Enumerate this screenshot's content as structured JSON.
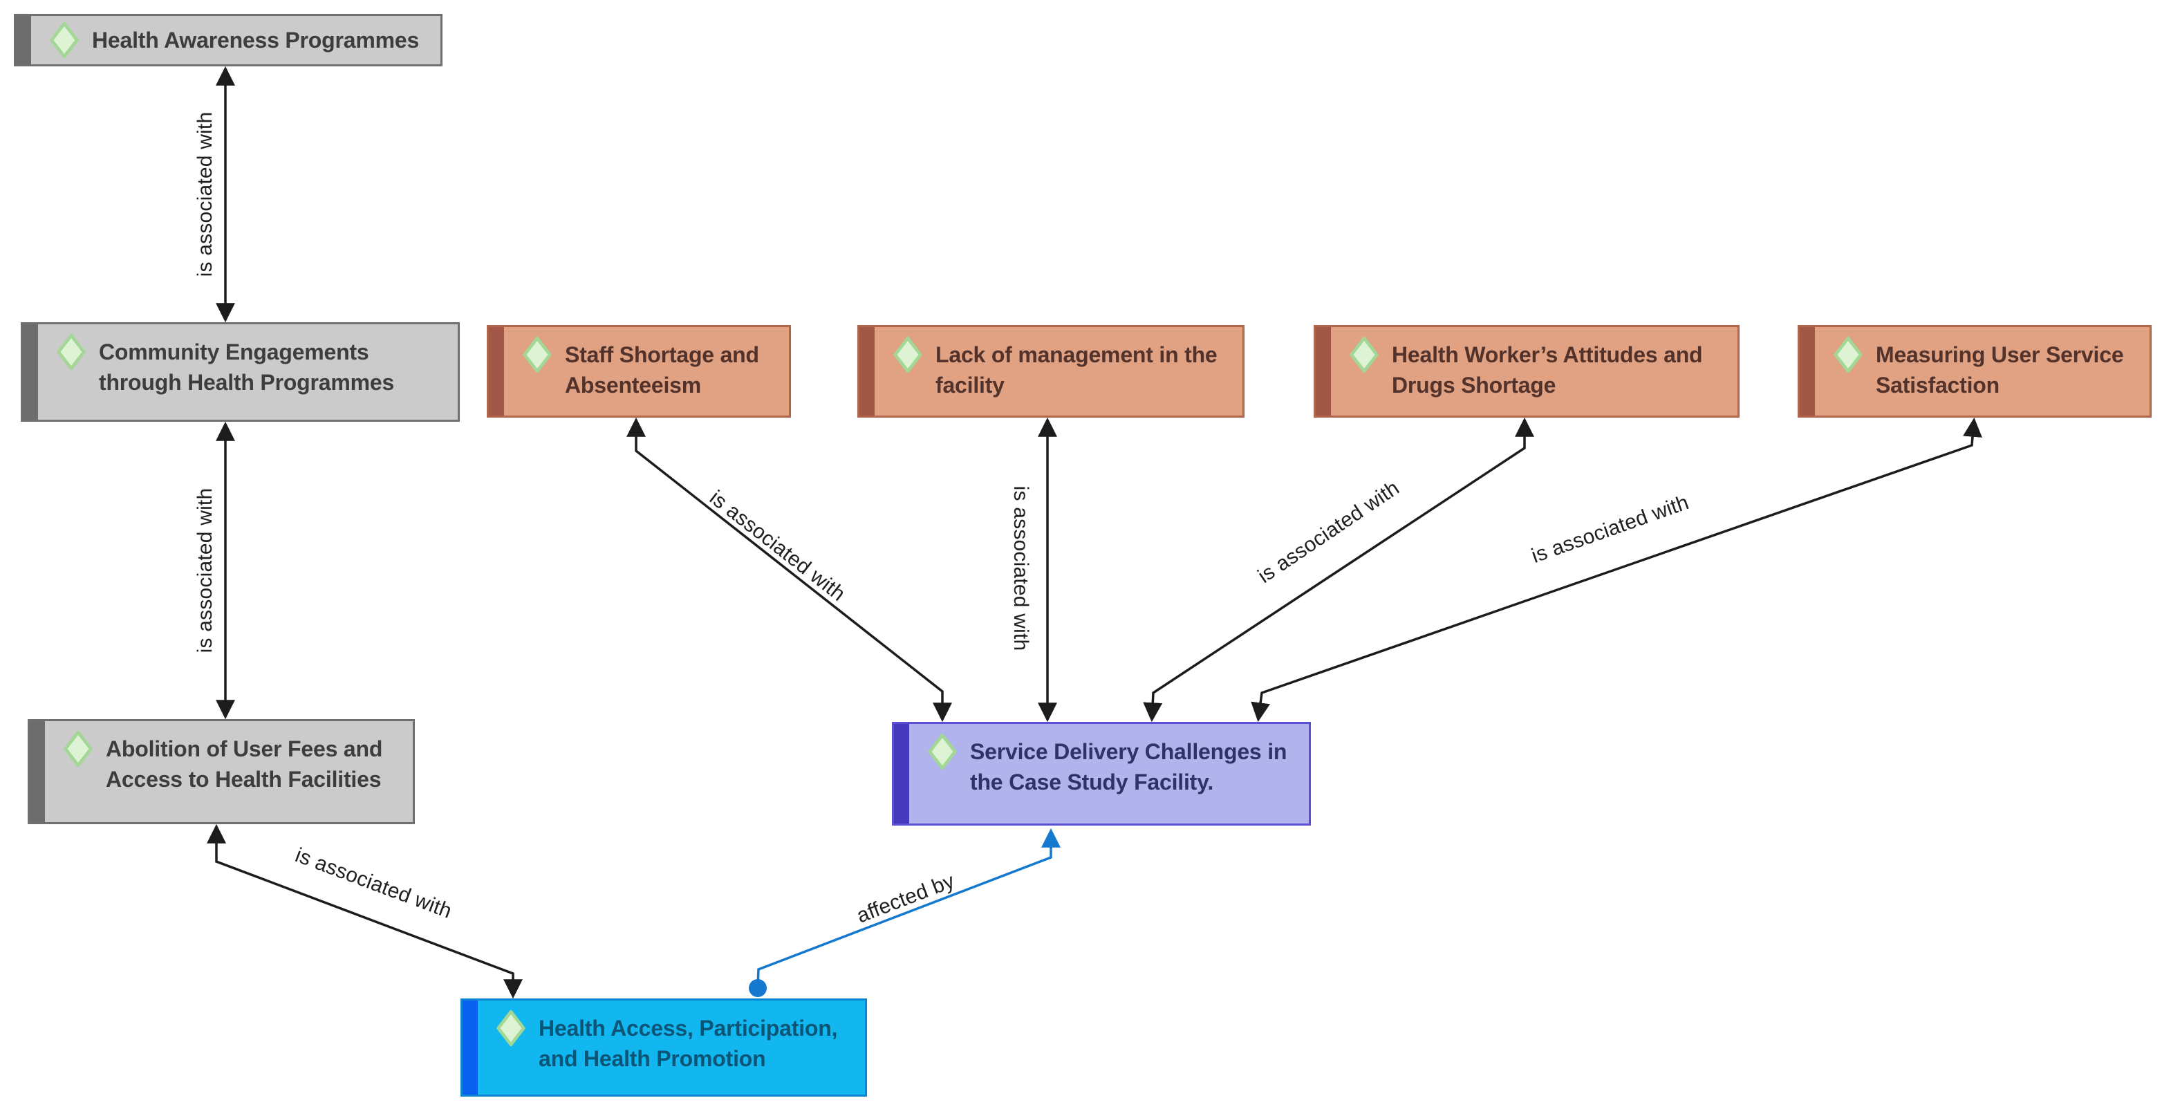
{
  "diagram": {
    "type": "concept-map",
    "background": "#ffffff",
    "palettes": {
      "gray": {
        "strip": "#6d6d6d",
        "fill": "#cbcbcb",
        "border": "#707070",
        "text": "#3d3d3d"
      },
      "tan": {
        "strip": "#a25847",
        "fill": "#e0a283",
        "border": "#b3654c",
        "text": "#52322a"
      },
      "purple": {
        "strip": "#4639bd",
        "fill": "#b1b3ec",
        "border": "#5b4fd2",
        "text": "#2e3268"
      },
      "cyan": {
        "strip": "#0b61ef",
        "fill": "#12b7f0",
        "border": "#0d86cf",
        "text": "#0d5577"
      },
      "edge": {
        "black": "#1c1c1c",
        "blue": "#1478cf",
        "label": "#1f1f1f"
      },
      "diamond": {
        "fill": "#ddf3d3",
        "stroke": "#a2d796"
      }
    },
    "nodes": [
      {
        "id": "health-awareness",
        "label": "Health Awareness Programmes",
        "palette": "gray"
      },
      {
        "id": "community-engagements",
        "label": "Community Engagements\nthrough Health Programmes",
        "palette": "gray"
      },
      {
        "id": "staff-shortage",
        "label": "Staff Shortage and\nAbsenteeism",
        "palette": "tan"
      },
      {
        "id": "lack-of-management",
        "label": "Lack of management in the\nfacility",
        "palette": "tan"
      },
      {
        "id": "health-workers-attitudes",
        "label": "Health Worker’s Attitudes and\nDrugs Shortage",
        "palette": "tan"
      },
      {
        "id": "measuring-user-satisfaction",
        "label": "Measuring User Service\nSatisfaction",
        "palette": "tan"
      },
      {
        "id": "abolition-user-fees",
        "label": "Abolition of User Fees and\nAccess to Health Facilities",
        "palette": "gray"
      },
      {
        "id": "service-delivery-challenges",
        "label": "Service Delivery Challenges in\nthe Case Study Facility.",
        "palette": "purple"
      },
      {
        "id": "health-access-participation",
        "label": "Health Access, Participation,\nand Health Promotion",
        "palette": "cyan"
      }
    ],
    "edges": [
      {
        "from": "Health Awareness Programmes",
        "to": "Community Engagements through Health Programmes",
        "label": "is associated with",
        "style": "black-double-arrow"
      },
      {
        "from": "Community Engagements through Health Programmes",
        "to": "Abolition of User Fees and Access to Health Facilities",
        "label": "is associated with",
        "style": "black-double-arrow"
      },
      {
        "from": "Staff Shortage and Absenteeism",
        "to": "Service Delivery Challenges in the Case Study Facility.",
        "label": "is associated with",
        "style": "black-double-arrow"
      },
      {
        "from": "Lack of management in the facility",
        "to": "Service Delivery Challenges in the Case Study Facility.",
        "label": "is associated with",
        "style": "black-double-arrow"
      },
      {
        "from": "Health Worker’s Attitudes and Drugs Shortage",
        "to": "Service Delivery Challenges in the Case Study Facility.",
        "label": "is associated with",
        "style": "black-double-arrow"
      },
      {
        "from": "Measuring User Service Satisfaction",
        "to": "Service Delivery Challenges in the Case Study Facility.",
        "label": "is associated with",
        "style": "black-double-arrow"
      },
      {
        "from": "Abolition of User Fees and Access to Health Facilities",
        "to": "Health Access, Participation, and Health Promotion",
        "label": "is associated with",
        "style": "black-double-arrow"
      },
      {
        "from": "Health Access, Participation, and Health Promotion",
        "to": "Service Delivery Challenges in the Case Study Facility.",
        "label": "affected by",
        "style": "blue-dot-to-arrow"
      }
    ]
  }
}
